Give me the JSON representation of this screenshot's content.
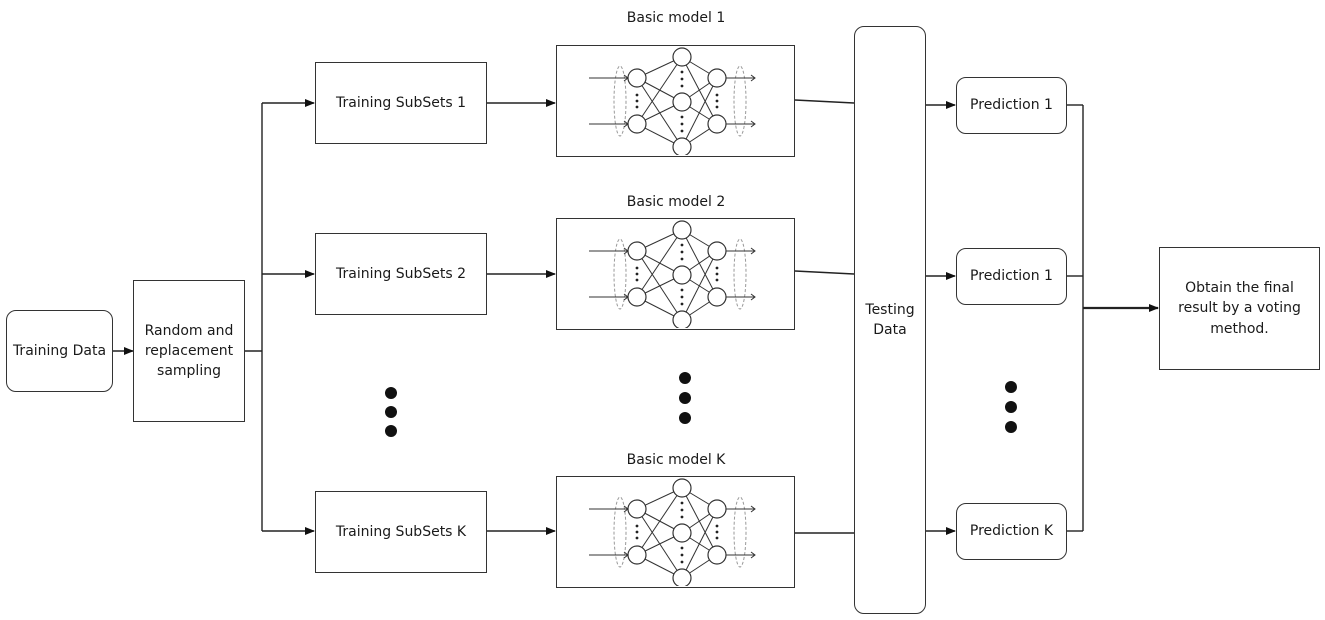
{
  "input": {
    "training_data": "Training Data"
  },
  "sampler": {
    "label": "Random and replacement sampling"
  },
  "subsets": [
    "Training SubSets 1",
    "Training SubSets 2",
    "Training SubSets K"
  ],
  "models": [
    "Basic model 1",
    "Basic model 2",
    "Basic model K"
  ],
  "testing": {
    "label": "Testing Data"
  },
  "predictions": [
    "Prediction 1",
    "Prediction 1",
    "Prediction K"
  ],
  "output": {
    "label": "Obtain the final result by a voting method."
  },
  "colors": {
    "line": "#222222",
    "box_border": "#333333",
    "node": "#333333",
    "dashed_ellipse": "#999999"
  }
}
